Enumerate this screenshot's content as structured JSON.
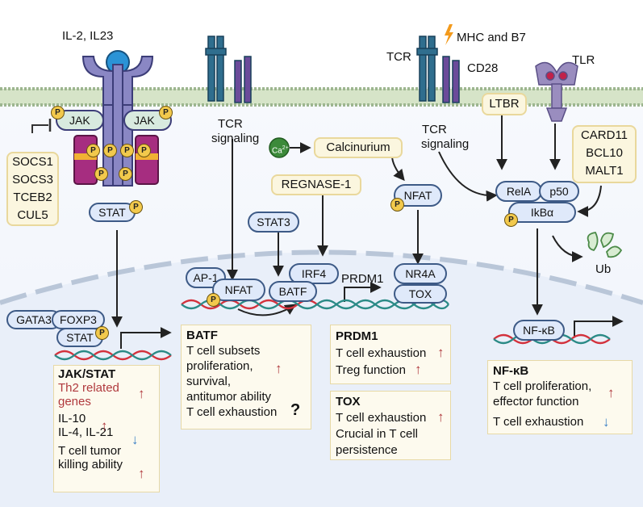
{
  "labels": {
    "il2": "IL-2, IL23",
    "tcr_signaling_1": "TCR",
    "tcr_signaling_1b": "signaling",
    "tcr_top": "TCR",
    "mhc": "MHC and B7",
    "cd28": "CD28",
    "tlr": "TLR",
    "tcr_signaling_2": "TCR",
    "tcr_signaling_2b": "signaling",
    "ca": "Ca",
    "ca_sup": "2+",
    "calcinurium": "Calcinurium",
    "regnase": "REGNASE-1",
    "ltbr": "LTBR",
    "card11": "CARD11",
    "bcl10": "BCL10",
    "malt1": "MALT1",
    "jak": "JAK",
    "stat": "STAT",
    "stat3": "STAT3",
    "nfat": "NFAT",
    "nfat2": "NFAT",
    "ap1": "AP-1",
    "irf4": "IRF4",
    "batf": "BATF",
    "prdm1": "PRDM1",
    "nr4a": "NR4A",
    "tox": "TOX",
    "rela": "RelA",
    "p50": "p50",
    "ikba": "IkBα",
    "ub": "Ub",
    "nfkb": "NF-κB",
    "gata3": "GATA3",
    "foxp3": "FOXP3",
    "stat_n": "STAT",
    "p": "P"
  },
  "socs": [
    "SOCS1",
    "SOCS3",
    "TCEB2",
    "CUL5"
  ],
  "panels": {
    "jakstat": {
      "title": "JAK/STAT",
      "l1": "Th2 related",
      "l2": "genes",
      "l3": "IL-10",
      "l4": "IL-4, IL-21",
      "l5": "T cell tumor",
      "l6": "killing ability"
    },
    "batf": {
      "title": "BATF",
      "l1": "T cell subsets",
      "l2": "proliferation,",
      "l3": "survival,",
      "l4": "antitumor ability",
      "l5": "T cell exhaustion",
      "q": "?"
    },
    "prdm1": {
      "title": "PRDM1",
      "l1": "T cell exhaustion",
      "l2": "Treg function"
    },
    "tox": {
      "title": "TOX",
      "l1": "T cell exhaustion",
      "l2": "Crucial in T cell",
      "l3": "persistence"
    },
    "nfkb": {
      "title": "NF-κB",
      "l1": "T cell proliferation,",
      "l2": "effector function",
      "l3": "T cell exhaustion"
    }
  },
  "arrows": {
    "up": "↑",
    "down": "↓"
  },
  "colors": {
    "membrane": "#c2d6b3",
    "receptor": "#8a87c4",
    "jak_box": "#d8eadf",
    "kinase": "#a62d80",
    "tcr": "#2f6e8e",
    "cd28": "#6b4b9a",
    "dna_red": "#d3313c",
    "dna_teal": "#2a8a86",
    "nucleus": "#edf2fa"
  }
}
